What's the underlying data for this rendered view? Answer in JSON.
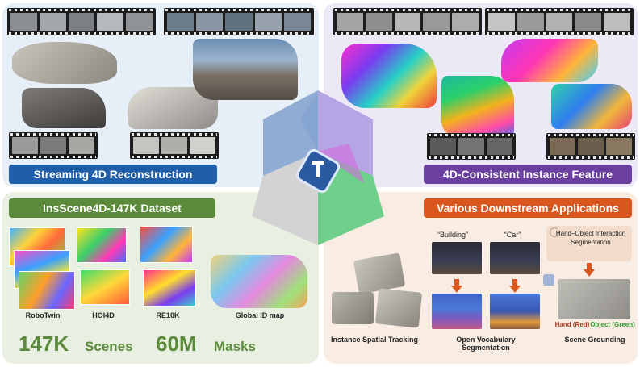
{
  "top_left": {
    "title": "Streaming 4D Reconstruction"
  },
  "top_right": {
    "title": "4D-Consistent Instance Feature"
  },
  "bottom_left": {
    "title": "InsScene4D-147K Dataset",
    "datasets": [
      {
        "label": "RoboTwin"
      },
      {
        "label": "HOI4D"
      },
      {
        "label": "RE10K"
      },
      {
        "label": "Global ID map"
      }
    ],
    "stats": {
      "scenes_value": "147K",
      "scenes_label": "Scenes",
      "masks_value": "60M",
      "masks_label": "Masks"
    }
  },
  "bottom_right": {
    "title": "Various Downstream Applications",
    "query_building": "“Building”",
    "query_car": "“Car”",
    "hoi_title": "Hand–Object Interaction Segmentation",
    "hand_label": "Hand (Red)",
    "object_label": "Object (Green)",
    "apps": [
      {
        "label": "Instance Spatial Tracking"
      },
      {
        "label": "Open Vocabulary Segmentation"
      },
      {
        "label": "Scene Grounding"
      }
    ]
  },
  "colors": {
    "blue_title": "#1f5ea8",
    "purple_title": "#6a3fa0",
    "green_title": "#5a8a3a",
    "orange_title": "#d9571f",
    "stat_green": "#5a8a3a"
  },
  "icons": {
    "center_logo": "T-logo-icon",
    "robot": "robot-icon",
    "head": "head-icon"
  }
}
